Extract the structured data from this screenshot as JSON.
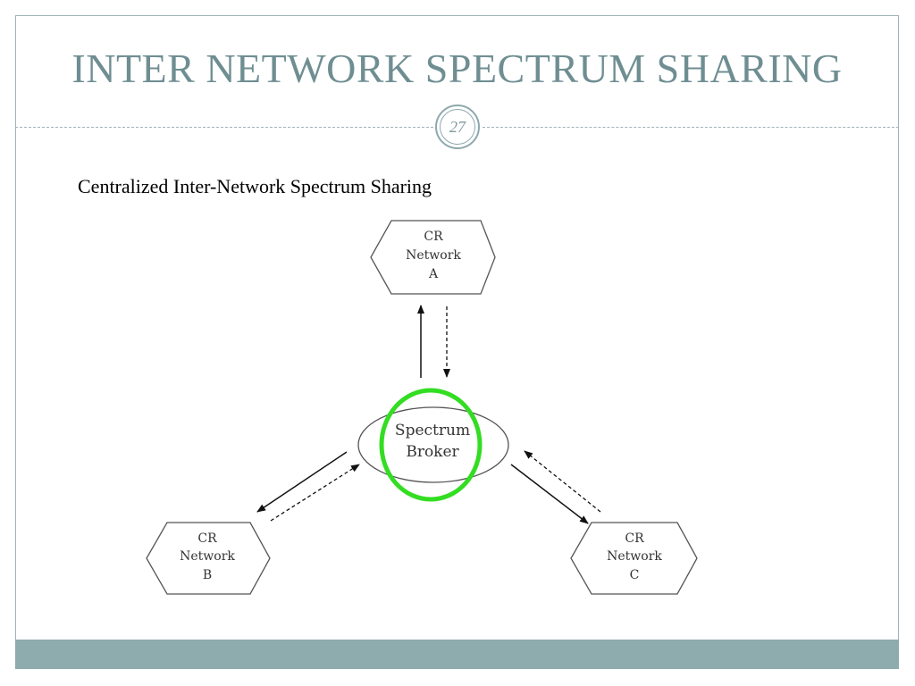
{
  "slide": {
    "title": "INTER NETWORK SPECTRUM SHARING",
    "page_number": "27",
    "subtitle": "Centralized Inter-Network Spectrum Sharing"
  },
  "diagram": {
    "broker": {
      "line1": "Spectrum",
      "line2": "Broker",
      "highlight_color": "#33dd22"
    },
    "networks": [
      {
        "line1": "CR",
        "line2": "Network",
        "line3": "A"
      },
      {
        "line1": "CR",
        "line2": "Network",
        "line3": "B"
      },
      {
        "line1": "CR",
        "line2": "Network",
        "line3": "C"
      }
    ]
  },
  "colors": {
    "title": "#6f8e92",
    "frame": "#9fb4b7",
    "footer": "#8eabae"
  }
}
